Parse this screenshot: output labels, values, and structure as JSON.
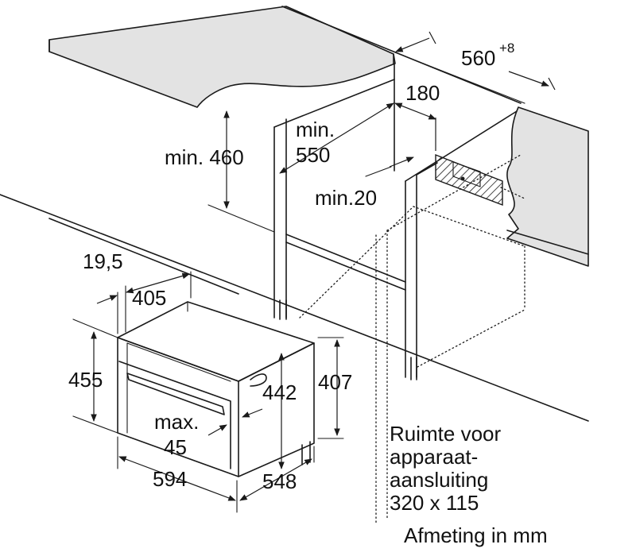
{
  "dimensions": {
    "cabinet_width": "560",
    "cabinet_width_tolerance": "+8",
    "rear_gap": "180",
    "min_height_above": "min. 460",
    "min_depth_line1": "min.",
    "min_depth_line2": "550",
    "min_gap": "min.20",
    "front_offset": "19,5",
    "inner_depth": "405",
    "appliance_height": "455",
    "inner_height": "442",
    "niche_height": "407",
    "max_label": "max.",
    "max_value": "45",
    "appliance_width": "594",
    "appliance_depth": "548"
  },
  "connection_note": {
    "line1": "Ruimte voor",
    "line2": "apparaat-",
    "line3": "aansluiting",
    "line4": "320 x 115"
  },
  "units_note": "Afmeting in mm",
  "colors": {
    "line": "#1a1a1a",
    "worktop_fill": "#e3e3e3",
    "background": "#ffffff"
  }
}
